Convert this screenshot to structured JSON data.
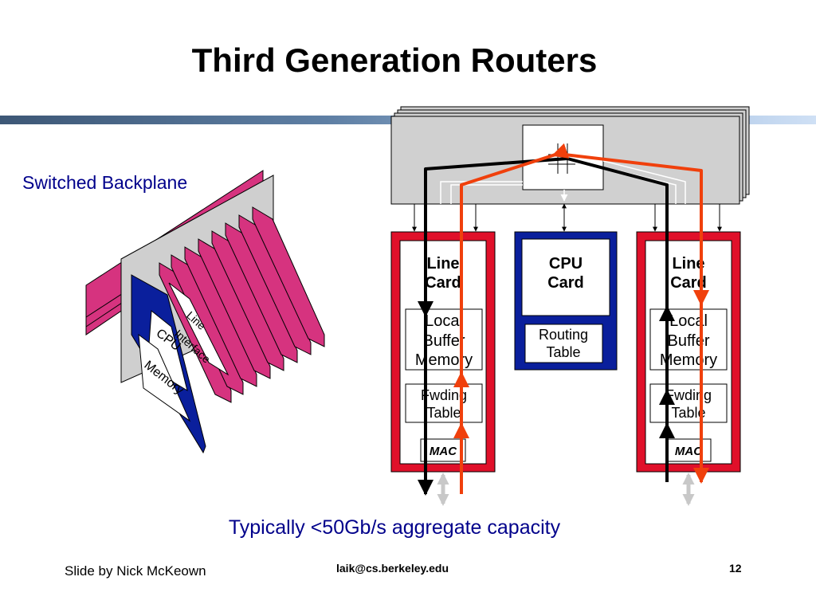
{
  "slide": {
    "title": "Third Generation Routers",
    "switched_backplane_label": "Switched Backplane",
    "caption": "Typically <50Gb/s aggregate capacity",
    "footer_left": "Slide by Nick McKeown",
    "footer_center": "laik@cs.berkeley.edu",
    "page_number": "12"
  },
  "left_diagram": {
    "card_labels": [
      "CPU",
      "Memory",
      "Line",
      "Interface"
    ]
  },
  "right_diagram": {
    "line_card_left": {
      "title_line1": "Line",
      "title_line2": "Card",
      "buffer_line1": "Local",
      "buffer_line2": "Buffer",
      "buffer_line3": "Memory",
      "fwd_line1": "Fwding",
      "fwd_line2": "Table",
      "mac": "MAC"
    },
    "cpu_card": {
      "title_line1": "CPU",
      "title_line2": "Card",
      "routing_line1": "Routing",
      "routing_line2": "Table"
    },
    "line_card_right": {
      "title_line1": "Line",
      "title_line2": "Card",
      "buffer_line1": "Local",
      "buffer_line2": "Buffer",
      "buffer_line3": "Memory",
      "fwd_line1": "Fwding",
      "fwd_line2": "Table",
      "mac": "MAC"
    }
  },
  "colors": {
    "line_card_border": "#e0102a",
    "cpu_card_border": "#0a1f9c",
    "magenta_card": "#d6337f",
    "black_path": "#000000",
    "red_path": "#f0400c",
    "switch_gray": "#d0d0d0",
    "caption_blue": "#00008b"
  }
}
